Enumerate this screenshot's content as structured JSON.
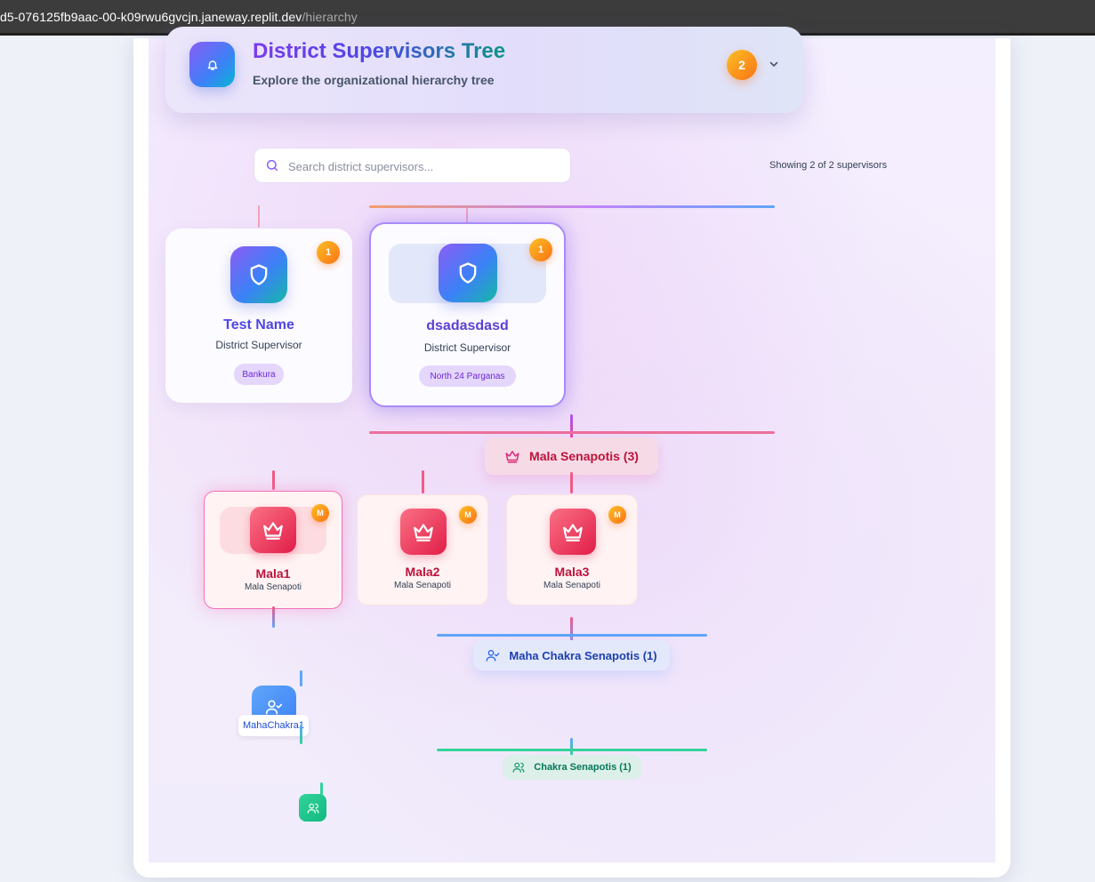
{
  "browser": {
    "url_host": "d5-076125fb9aac-00-k09rwu6gvcjn.janeway.replit.dev",
    "url_path": "/hierarchy"
  },
  "header": {
    "title": "District Supervisors Tree",
    "subtitle": "Explore the organizational hierarchy tree",
    "notification_count": "2",
    "icon": "bell-icon"
  },
  "search": {
    "placeholder": "Search district supervisors...",
    "value": "",
    "showing_text": "Showing 2 of 2 supervisors"
  },
  "supervisors": [
    {
      "name": "Test Name",
      "role": "District Supervisor",
      "district": "Bankura",
      "badge": "1",
      "icon": "shield-icon"
    },
    {
      "name": "dsadasdasd",
      "role": "District Supervisor",
      "district": "North 24 Parganas",
      "badge": "1",
      "icon": "shield-icon",
      "selected": true
    }
  ],
  "groups": {
    "mala": {
      "label": "Mala Senapotis (3)",
      "icon": "crown-icon"
    },
    "maha": {
      "label": "Maha Chakra Senapotis (1)",
      "icon": "user-check-icon"
    },
    "chakra": {
      "label": "Chakra Senapotis (1)",
      "icon": "users-icon"
    }
  },
  "mala_senapotis": [
    {
      "name": "Mala1",
      "role": "Mala Senapoti",
      "badge": "M",
      "selected": true
    },
    {
      "name": "Mala2",
      "role": "Mala Senapoti",
      "badge": "M"
    },
    {
      "name": "Mala3",
      "role": "Mala Senapoti",
      "badge": "M"
    }
  ],
  "maha_chakra": [
    {
      "name": "MahaChakra1"
    }
  ],
  "colors": {
    "accent_purple": "#7c3aed",
    "accent_blue": "#3b82f6",
    "accent_teal": "#0d9488",
    "mala_red": "#e11d48",
    "maha_blue": "#3b82f6",
    "chakra_green": "#10b981",
    "badge_orange": "#f97316"
  }
}
